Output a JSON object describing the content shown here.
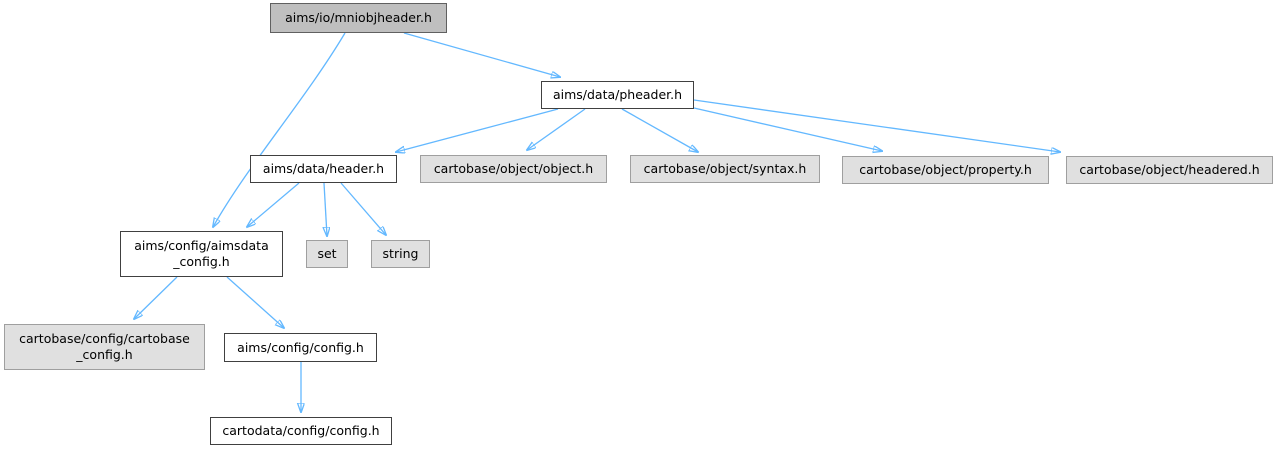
{
  "diagram": {
    "kind": "include-dependency-graph",
    "colors": {
      "edge": "#63b8ff",
      "root_fill": "#bfbfbf",
      "root_border": "#606060",
      "linked_fill": "#ffffff",
      "linked_border": "#404040",
      "plain_fill": "#e0e0e0",
      "plain_border": "#9f9f9f",
      "text": "#000000",
      "background": "#ffffff"
    },
    "nodes": [
      {
        "id": "mniobjheader",
        "label": "aims/io/mniobjheader.h",
        "style": "root"
      },
      {
        "id": "pheader",
        "label": "aims/data/pheader.h",
        "style": "linked"
      },
      {
        "id": "header",
        "label": "aims/data/header.h",
        "style": "linked"
      },
      {
        "id": "object",
        "label": "cartobase/object/object.h",
        "style": "plain"
      },
      {
        "id": "syntax",
        "label": "cartobase/object/syntax.h",
        "style": "plain"
      },
      {
        "id": "property",
        "label": "cartobase/object/property.h",
        "style": "plain"
      },
      {
        "id": "headered",
        "label": "cartobase/object/headered.h",
        "style": "plain"
      },
      {
        "id": "aimsdata-config",
        "label": "aims/config/aimsdata\n_config.h",
        "style": "linked"
      },
      {
        "id": "set",
        "label": "set",
        "style": "plain"
      },
      {
        "id": "string",
        "label": "string",
        "style": "plain"
      },
      {
        "id": "cartobase-config",
        "label": "cartobase/config/cartobase\n_config.h",
        "style": "plain"
      },
      {
        "id": "aims-config",
        "label": "aims/config/config.h",
        "style": "linked"
      },
      {
        "id": "cartodata-config",
        "label": "cartodata/config/config.h",
        "style": "linked"
      }
    ],
    "edges": [
      {
        "from": "aims/io/mniobjheader.h",
        "to": "aims/data/pheader.h"
      },
      {
        "from": "aims/io/mniobjheader.h",
        "to": "aims/config/aimsdata_config.h"
      },
      {
        "from": "aims/data/pheader.h",
        "to": "aims/data/header.h"
      },
      {
        "from": "aims/data/pheader.h",
        "to": "cartobase/object/object.h"
      },
      {
        "from": "aims/data/pheader.h",
        "to": "cartobase/object/syntax.h"
      },
      {
        "from": "aims/data/pheader.h",
        "to": "cartobase/object/property.h"
      },
      {
        "from": "aims/data/pheader.h",
        "to": "cartobase/object/headered.h"
      },
      {
        "from": "aims/data/header.h",
        "to": "aims/config/aimsdata_config.h"
      },
      {
        "from": "aims/data/header.h",
        "to": "set"
      },
      {
        "from": "aims/data/header.h",
        "to": "string"
      },
      {
        "from": "aims/config/aimsdata_config.h",
        "to": "cartobase/config/cartobase_config.h"
      },
      {
        "from": "aims/config/aimsdata_config.h",
        "to": "aims/config/config.h"
      },
      {
        "from": "aims/config/config.h",
        "to": "cartodata/config/config.h"
      }
    ]
  }
}
